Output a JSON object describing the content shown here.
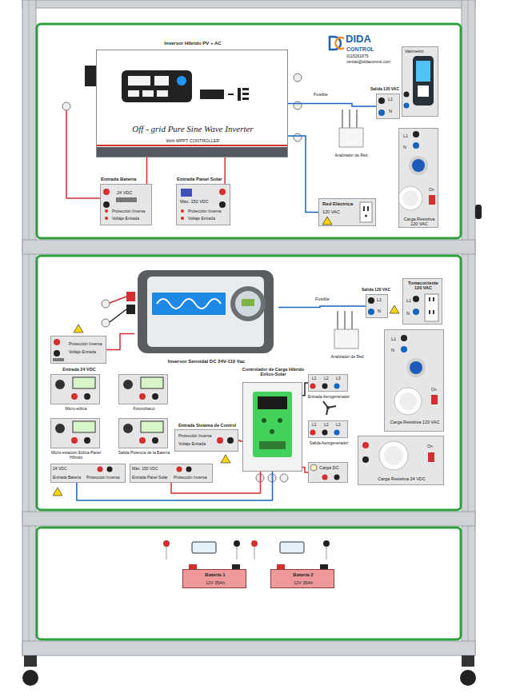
{
  "diagram": {
    "nodes": [
      {
        "text": [
          "Inversor Híbrido PV + AC",
          "Off - grid Pure Sine Wave Inverter",
          "With MPPT CONTROLLER"
        ]
      },
      {
        "text": [
          "Entrada Batería",
          "24 VDC",
          "Protección Inversa",
          "Voltaje Entrada"
        ]
      },
      {
        "text": [
          "Entrada Panel Solar",
          "Máx. 150 VDC",
          "Protección Inversa",
          "Voltaje Entrada"
        ]
      },
      {
        "text": [
          "Salida 120 VAC",
          "L1",
          "N"
        ]
      },
      {
        "text": [
          "Analizador de Red"
        ]
      },
      {
        "text": [
          "Vatímetro"
        ]
      },
      {
        "text": [
          "Red Eléctrica",
          "120 VAC"
        ]
      },
      {
        "text": [
          "L1",
          "N",
          "On",
          "Carga Resistiva 120 VAC"
        ]
      },
      {
        "text": [
          "Inversor Senoidal DC 24V-110 Vac"
        ]
      },
      {
        "text": [
          "Protección Inversa",
          "Voltaje Entrada",
          "Entrada 24 VDC"
        ]
      },
      {
        "text": [
          "Salida 120 VAC",
          "L1",
          "N"
        ]
      },
      {
        "text": [
          "Analizador de Red"
        ]
      },
      {
        "text": [
          "Tomacorriente 120 VAC",
          "L1",
          "N"
        ]
      },
      {
        "text": [
          "L1",
          "N",
          "On",
          "Carga Resistiva 120 VAC"
        ]
      },
      {
        "text": [
          "On",
          "Carga Resistiva 24 VDC"
        ]
      },
      {
        "text": [
          "Micro-eólica"
        ]
      },
      {
        "text": [
          "Fotovoltaico"
        ]
      },
      {
        "text": [
          "Micro-estación Eólica-Panel Híbrido"
        ]
      },
      {
        "text": [
          "Salida Potencia de la Batería"
        ]
      },
      {
        "text": [
          "Entrada Sistema de Control",
          "Protección Inversa",
          "Voltaje Entrada"
        ]
      },
      {
        "text": [
          "Controlador de Carga Híbrido Eólico-Solar"
        ]
      },
      {
        "text": [
          "L1",
          "L2",
          "L3",
          "Entrada Aerogenerador"
        ]
      },
      {
        "text": [
          "L1",
          "L2",
          "L3",
          "Salida Aerogenerador"
        ]
      },
      {
        "text": [
          "Carga DC"
        ]
      },
      {
        "text": [
          "24 VDC",
          "Entrada Batería",
          "Protección Inversa"
        ]
      },
      {
        "text": [
          "Máx. 150 VDC",
          "Entrada Panel Solar",
          "Protección Inversa"
        ]
      },
      {
        "text": [
          "Batería 1",
          "12V 35Ah"
        ]
      },
      {
        "text": [
          "Batería 2",
          "12V 35Ah"
        ]
      }
    ],
    "edges": [
      {
        "from": 1,
        "to": 0,
        "arrow": "none"
      },
      {
        "from": 2,
        "to": 0,
        "arrow": "none"
      },
      {
        "from": 0,
        "to": 3,
        "arrow": "none"
      },
      {
        "from": 6,
        "to": 0,
        "arrow": "none"
      },
      {
        "from": 9,
        "to": 8,
        "arrow": "none"
      },
      {
        "from": 8,
        "to": 10,
        "arrow": "none"
      },
      {
        "from": 19,
        "to": 20,
        "arrow": "none"
      },
      {
        "from": 20,
        "to": 21,
        "arrow": "none"
      },
      {
        "from": 20,
        "to": 23,
        "arrow": "none"
      },
      {
        "from": 20,
        "to": 24,
        "arrow": "none"
      },
      {
        "from": 20,
        "to": 25,
        "arrow": "none"
      }
    ],
    "labels": [
      "DIDA",
      "CONTROL",
      "3115261875",
      "ventas@didacontrol.com",
      "Fusible",
      "Fusible"
    ]
  }
}
